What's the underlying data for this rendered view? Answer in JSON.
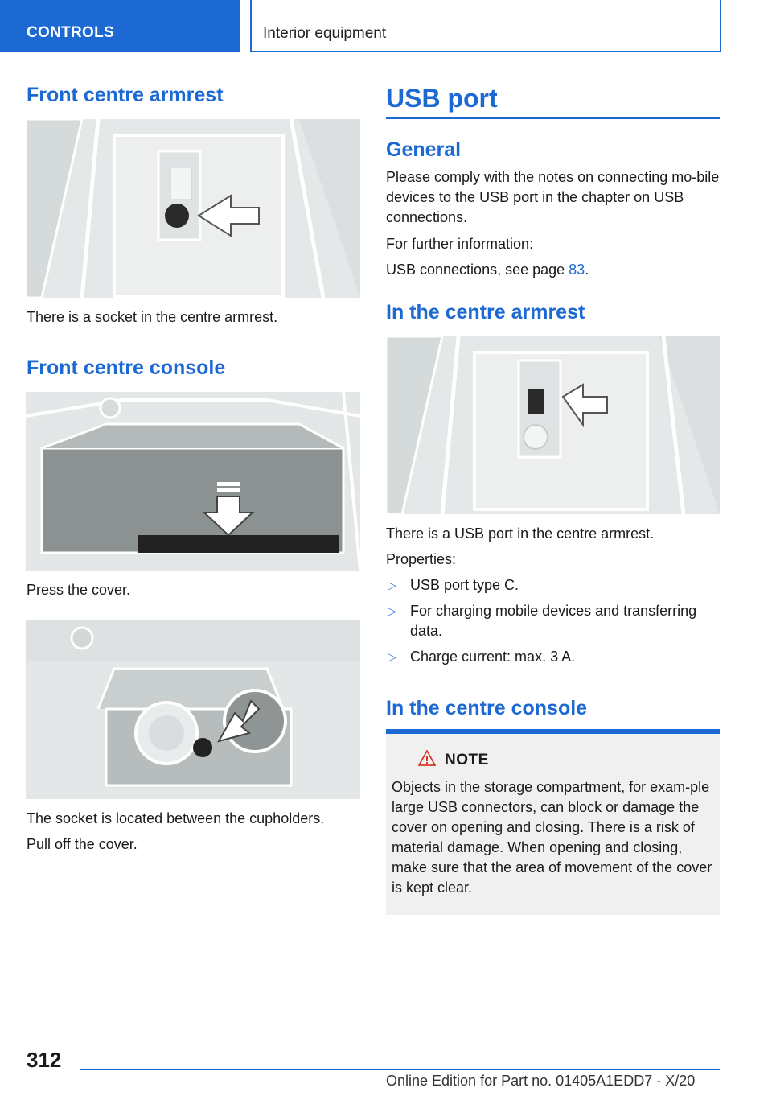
{
  "header": {
    "section": "CONTROLS",
    "chapter": "Interior equipment"
  },
  "left": {
    "armrest_heading": "Front centre armrest",
    "armrest_text": "There is a socket in the centre armrest.",
    "console_heading": "Front centre console",
    "console_text1": "Press the cover.",
    "console_text2": "The socket is located between the cupholders.",
    "console_text3": "Pull off the cover."
  },
  "right": {
    "title": "USB port",
    "general_heading": "General",
    "general_text": "Please comply with the notes on connecting mo-bile devices to the USB port in the chapter on USB connections.",
    "further_info": "For further information:",
    "see_page_prefix": "USB connections, see page ",
    "see_page_number": "83",
    "see_page_suffix": ".",
    "armrest_heading": "In the centre armrest",
    "armrest_text": "There is a USB port in the centre armrest.",
    "properties_label": "Properties:",
    "properties": [
      "USB port type C.",
      "For charging mobile devices and transferring data.",
      "Charge current: max. 3 A."
    ],
    "console_heading": "In the centre console",
    "note_title": "NOTE",
    "note_text": "Objects in the storage compartment, for exam-ple large USB connectors, can block or damage the cover on opening and closing. There is a risk of material damage. When opening and closing, make sure that the area of movement of the cover is kept clear."
  },
  "footer": {
    "page_number": "312",
    "edition": "Online Edition for Part no. 01405A1EDD7 - X/20"
  },
  "icons": {
    "bullet": "triangle-right-icon",
    "warning": "warning-triangle-icon",
    "arrow": "pointer-arrow-icon"
  },
  "colors": {
    "accent": "#1c69d4",
    "note_bg": "#f0f0f0",
    "text": "#1a1a1a"
  }
}
